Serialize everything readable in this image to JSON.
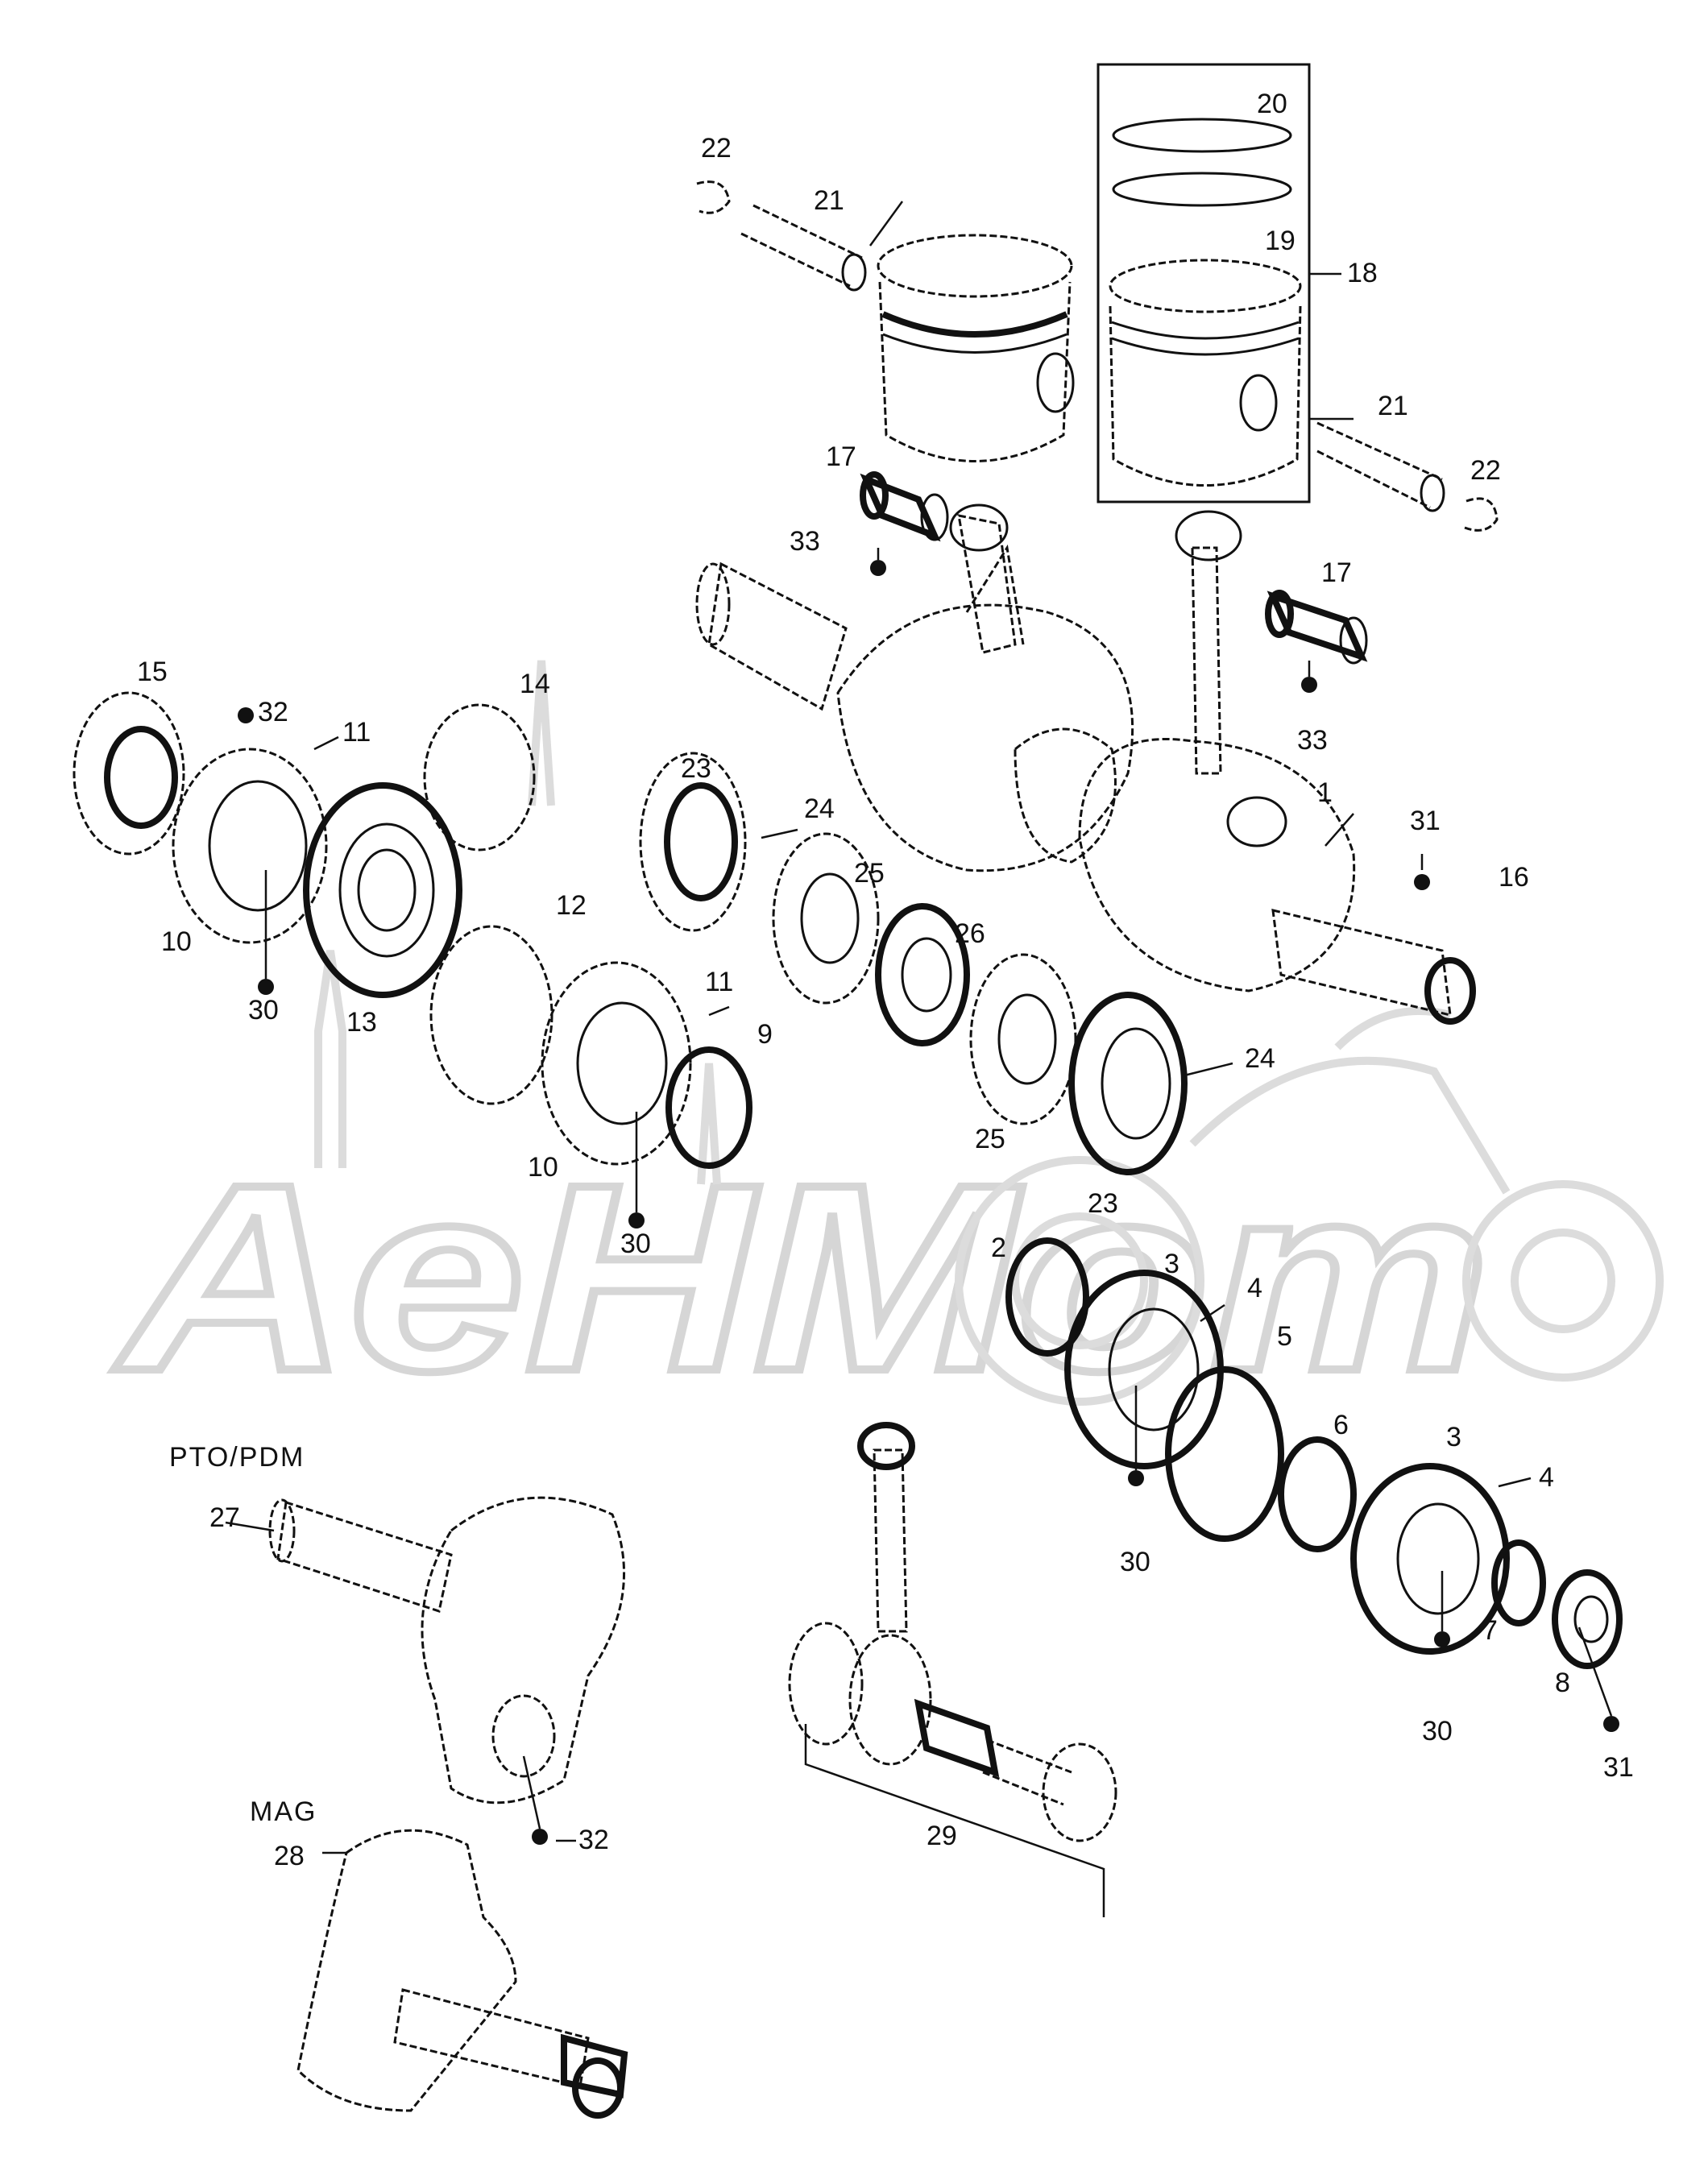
{
  "watermark": {
    "text": "AeHMom"
  },
  "sections": {
    "pto": "PTO/PDM",
    "mag": "MAG"
  },
  "callouts": {
    "c1": "1",
    "c2": "2",
    "c3a": "3",
    "c3b": "3",
    "c4a": "4",
    "c4b": "4",
    "c5": "5",
    "c6": "6",
    "c7": "7",
    "c8": "8",
    "c9": "9",
    "c10a": "10",
    "c10b": "10",
    "c11a": "11",
    "c11b": "11",
    "c12": "12",
    "c13": "13",
    "c14": "14",
    "c15": "15",
    "c16": "16",
    "c17a": "17",
    "c17b": "17",
    "c18": "18",
    "c19": "19",
    "c20": "20",
    "c21a": "21",
    "c21b": "21",
    "c22a": "22",
    "c22b": "22",
    "c23a": "23",
    "c23b": "23",
    "c24a": "24",
    "c24b": "24",
    "c25a": "25",
    "c25b": "25",
    "c26": "26",
    "c27": "27",
    "c28": "28",
    "c29": "29",
    "c30a": "30",
    "c30b": "30",
    "c30c": "30",
    "c30d": "30",
    "c31a": "31",
    "c31b": "31",
    "c32a": "32",
    "c32b": "32",
    "c33a": "33",
    "c33b": "33"
  }
}
